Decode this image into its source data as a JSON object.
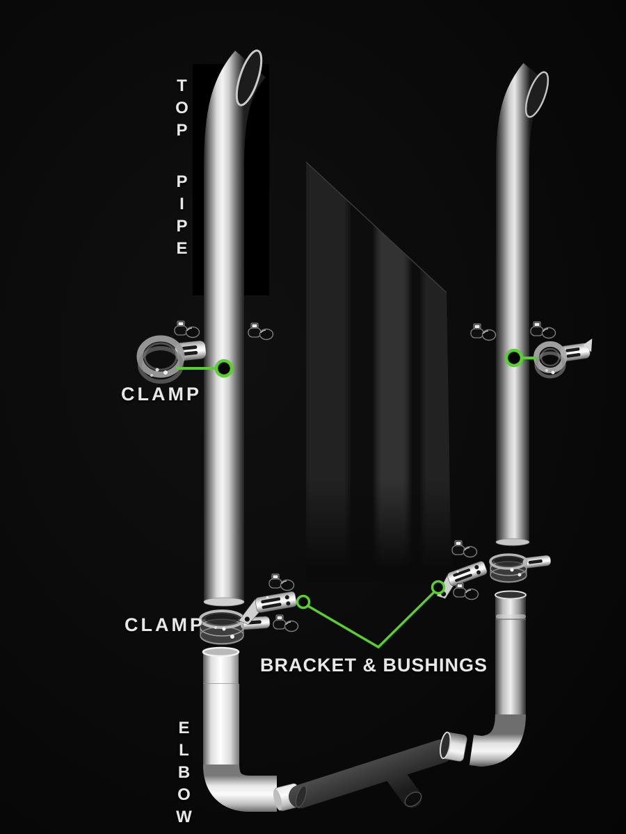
{
  "colors": {
    "background": "#0a0a0a",
    "accent_green": "#58d02e",
    "chrome_light": "#f2f2f2",
    "chrome_dark": "#1c1c1c",
    "text": "#e8e8e8"
  },
  "labels": {
    "top_pipe": "TOP PIPE",
    "clamp_upper": "CLAMP",
    "clamp_lower": "CLAMP",
    "bracket_bushings": "BRACKET & BUSHINGS",
    "elbow": "ELBOW"
  },
  "icons": {
    "callout_circle": "green ring marker on referenced part",
    "callout_line": "green leader line connecting label to part"
  }
}
